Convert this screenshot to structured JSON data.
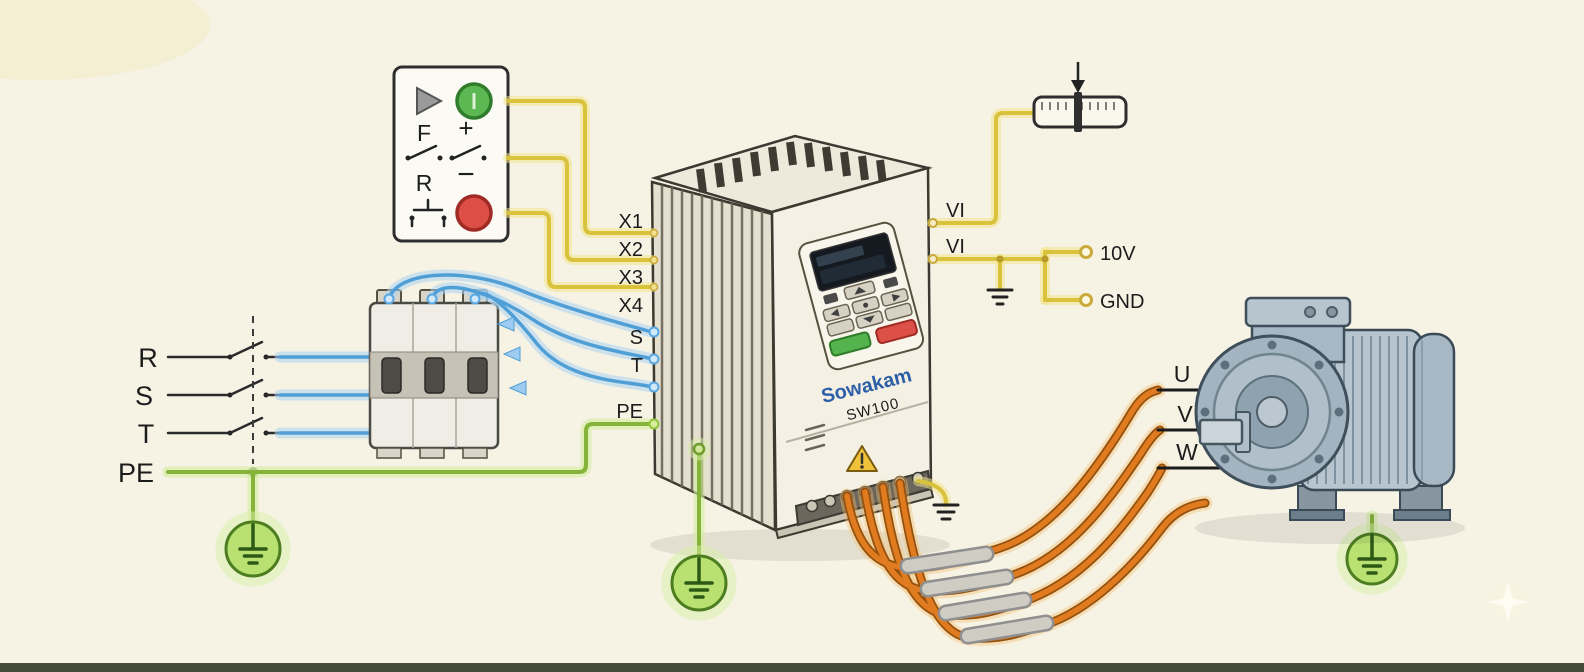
{
  "diagram": {
    "scene": {
      "background": "#f6f2e4",
      "footer_bar": "#454a39"
    },
    "wire_colors": {
      "control": "#d9c23c",
      "power_input": "#4f9fd6",
      "protective_earth": "#86b33a",
      "motor_output": "#e07b1f"
    },
    "supply": {
      "lines": [
        "R",
        "S",
        "T",
        "PE"
      ]
    },
    "control_panel": {
      "forward": "F",
      "reverse": "R",
      "plus": "+",
      "minus": "−"
    },
    "drive": {
      "brand": "Sowakam",
      "model": "SW100",
      "left_terminals": [
        "X1",
        "X2",
        "X3",
        "X4",
        "S",
        "T",
        "PE"
      ],
      "right_terminals": [
        "VI",
        "VI"
      ]
    },
    "aux_terminals": {
      "v_ref": "10V",
      "ground": "GND"
    },
    "motor": {
      "terminals": [
        "U",
        "V",
        "W"
      ]
    }
  }
}
